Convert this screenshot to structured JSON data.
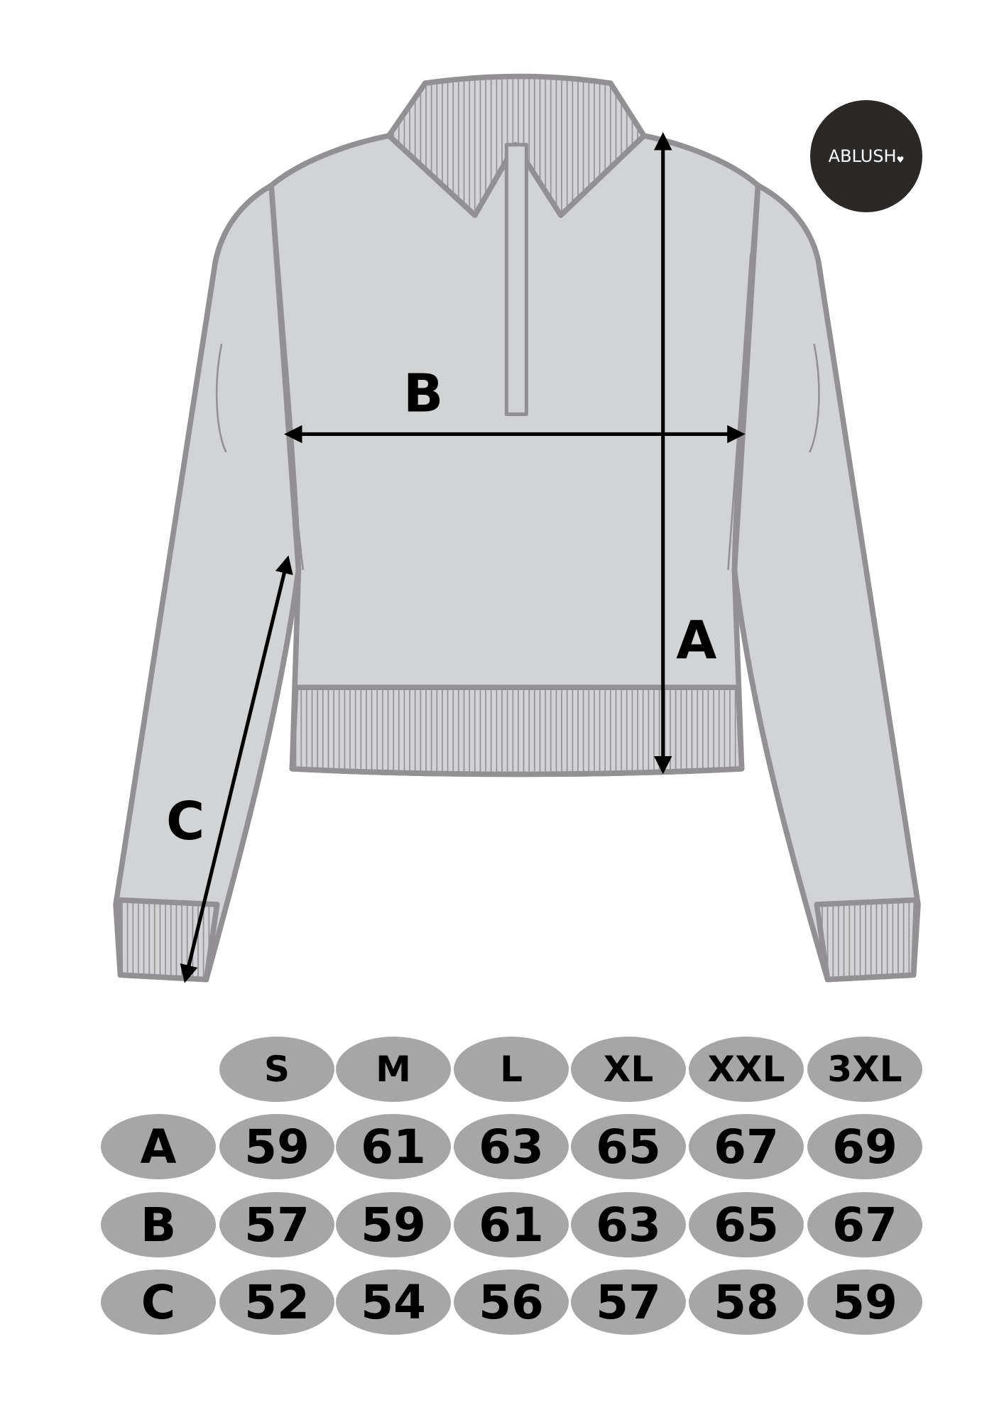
{
  "brand": {
    "name": "ABLUSH",
    "mark": "♥"
  },
  "diagram": {
    "labels": {
      "a": "A",
      "b": "B",
      "c": "C"
    }
  },
  "colors": {
    "fill": "#d1d3d4",
    "outline": "#939093",
    "pill": "#a6a6a6",
    "logo_bg": "#2b2928"
  },
  "size_table": {
    "sizes": [
      "S",
      "M",
      "L",
      "XL",
      "XXL",
      "3XL"
    ],
    "rows": [
      {
        "label": "A",
        "values": [
          "59",
          "61",
          "63",
          "65",
          "67",
          "69"
        ]
      },
      {
        "label": "B",
        "values": [
          "57",
          "59",
          "61",
          "63",
          "65",
          "67"
        ]
      },
      {
        "label": "C",
        "values": [
          "52",
          "54",
          "56",
          "57",
          "58",
          "59"
        ]
      }
    ]
  }
}
